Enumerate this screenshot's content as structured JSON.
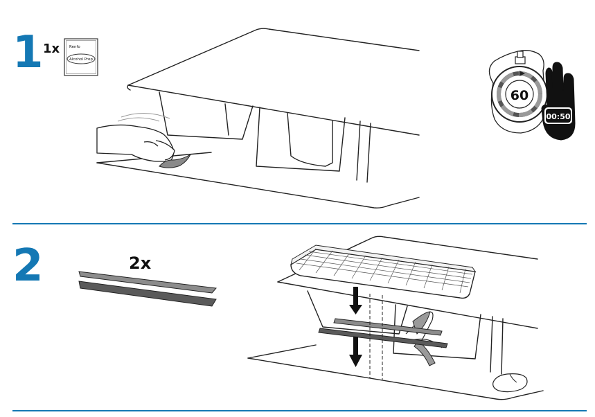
{
  "step1": {
    "number": "1",
    "quantity": "1x",
    "wipe_brand": "Renfo",
    "wipe_label": "Alcohol Prep",
    "timer_value": "60",
    "display_value": "00:50"
  },
  "step2": {
    "number": "2",
    "quantity": "2x"
  },
  "colors": {
    "accent": "#1478b4",
    "line": "#222222",
    "strip_dark": "#5a5a5a",
    "strip_light": "#8c8c8c"
  }
}
